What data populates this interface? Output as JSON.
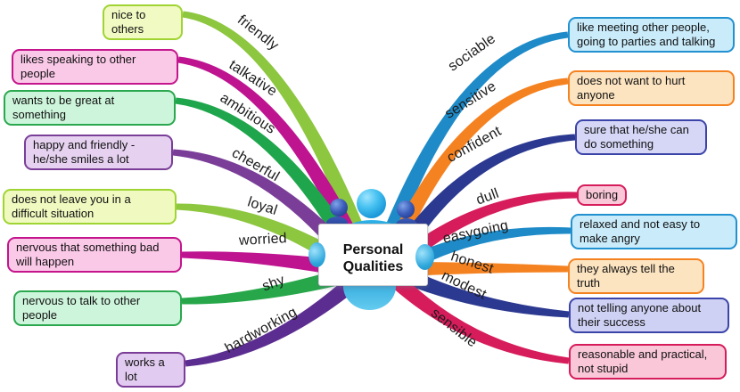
{
  "center": {
    "line1": "Personal",
    "line2": "Qualities"
  },
  "figure_colors": {
    "body_blue": "#29ABE2",
    "head_navy": "#2D4FA8"
  },
  "branches": [
    {
      "id": "friendly",
      "side": "left",
      "label": "friendly",
      "note": "nice to others",
      "branch_color": "#8DC63F",
      "note_bg": "#F2FAC3",
      "note_border": "#9FD433"
    },
    {
      "id": "talkative",
      "side": "left",
      "label": "talkative",
      "note": "likes speaking to other people",
      "branch_color": "#BE1490",
      "note_bg": "#FBC9E8",
      "note_border": "#C4158C"
    },
    {
      "id": "ambitious",
      "side": "left",
      "label": "ambitious",
      "note": "wants to be great at something",
      "branch_color": "#1FA64C",
      "note_bg": "#CDF5DB",
      "note_border": "#2BA84F"
    },
    {
      "id": "cheerful",
      "side": "left",
      "label": "cheerful",
      "note": "happy and friendly - he/she smiles a lot",
      "branch_color": "#7A3E98",
      "note_bg": "#E6D2F0",
      "note_border": "#7A3E98"
    },
    {
      "id": "loyal",
      "side": "left",
      "label": "loyal",
      "note": "does not leave you in a difficult situation",
      "branch_color": "#8DC63F",
      "note_bg": "#F0FAC0",
      "note_border": "#9FD433"
    },
    {
      "id": "worried",
      "side": "left",
      "label": "worried",
      "note": "nervous that something bad will happen",
      "branch_color": "#BE1490",
      "note_bg": "#FBC9E8",
      "note_border": "#C4158C"
    },
    {
      "id": "shy",
      "side": "left",
      "label": "shy",
      "note": "nervous to talk to other people",
      "branch_color": "#27A74A",
      "note_bg": "#CDF5DB",
      "note_border": "#2BA84F"
    },
    {
      "id": "hardworking",
      "side": "left",
      "label": "hardworking",
      "note": "works a lot",
      "branch_color": "#5C2D91",
      "note_bg": "#E2CBF0",
      "note_border": "#7A3E98"
    },
    {
      "id": "sociable",
      "side": "right",
      "label": "sociable",
      "note": "like meeting other people, going to parties and talking",
      "branch_color": "#1E8BC8",
      "note_bg": "#C9EBFA",
      "note_border": "#2191D0"
    },
    {
      "id": "sensitive",
      "side": "right",
      "label": "sensitive",
      "note": "does not want to hurt anyone",
      "branch_color": "#F58220",
      "note_bg": "#FCE4C1",
      "note_border": "#F58220"
    },
    {
      "id": "confident",
      "side": "right",
      "label": "confident",
      "note": "sure that he/she can do something",
      "branch_color": "#2B3990",
      "note_bg": "#D6D7F7",
      "note_border": "#3B44A8"
    },
    {
      "id": "dull",
      "side": "right",
      "label": "dull",
      "note": "boring",
      "branch_color": "#D61C5B",
      "note_bg": "#F9C7D7",
      "note_border": "#D61C5B"
    },
    {
      "id": "easygoing",
      "side": "right",
      "label": "easygoing",
      "note": "relaxed and not easy to make angry",
      "branch_color": "#1E8BC8",
      "note_bg": "#C9EBFA",
      "note_border": "#2191D0"
    },
    {
      "id": "honest",
      "side": "right",
      "label": "honest",
      "note": "they always tell the truth",
      "branch_color": "#F58220",
      "note_bg": "#FCE4C1",
      "note_border": "#F58220"
    },
    {
      "id": "modest",
      "side": "right",
      "label": "modest",
      "note": "not telling anyone about their success",
      "branch_color": "#2B3990",
      "note_bg": "#CFD1F4",
      "note_border": "#3B44A8"
    },
    {
      "id": "sensible",
      "side": "right",
      "label": "sensible",
      "note": "reasonable and practical, not stupid",
      "branch_color": "#D61C5B",
      "note_bg": "#F9C7D7",
      "note_border": "#D61C5B"
    }
  ]
}
